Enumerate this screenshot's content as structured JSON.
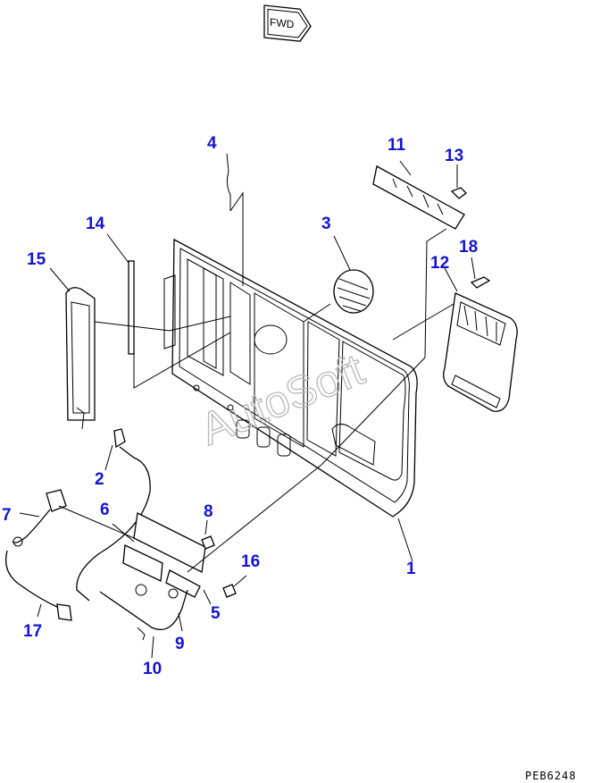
{
  "diagram": {
    "direction_badge": "FWD",
    "watermark": "AutoSoft",
    "drawing_code": "PEB6248",
    "callouts": [
      "1",
      "2",
      "3",
      "4",
      "5",
      "6",
      "7",
      "8",
      "9",
      "10",
      "11",
      "12",
      "13",
      "14",
      "15",
      "16",
      "17",
      "18"
    ],
    "colors": {
      "callout_text": "#1414d2",
      "line_art": "#000000",
      "watermark": "#b8b8b8"
    }
  }
}
